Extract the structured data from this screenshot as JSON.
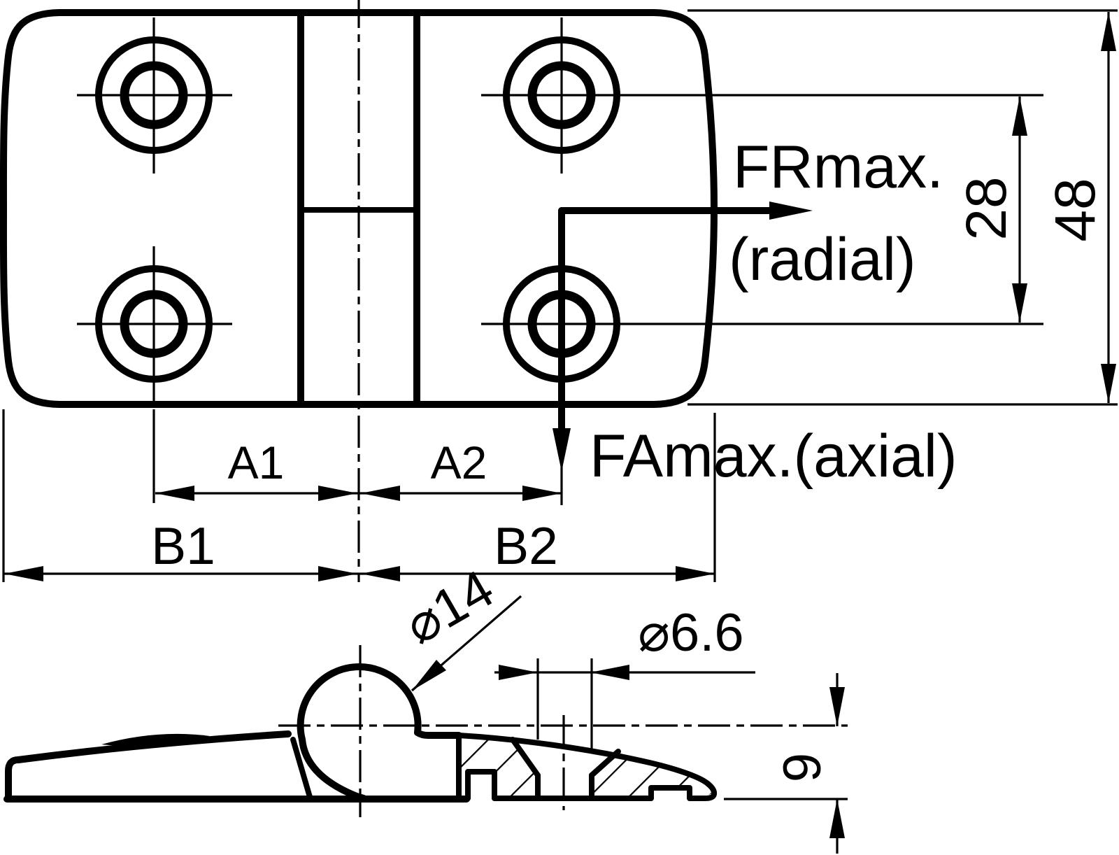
{
  "drawing": {
    "labels": {
      "force_radial": "FRmax.",
      "force_radial_sub": "(radial)",
      "force_axial": "FAmax.(axial)",
      "dim_a1": "A1",
      "dim_a2": "A2",
      "dim_b1": "B1",
      "dim_b2": "B2",
      "dim_28": "28",
      "dim_48": "48",
      "dia_knuckle": "⌀14",
      "dia_hole": "⌀6.6",
      "dim_9": "9"
    },
    "colors": {
      "ink": "#000000",
      "background": "#ffffff"
    }
  }
}
